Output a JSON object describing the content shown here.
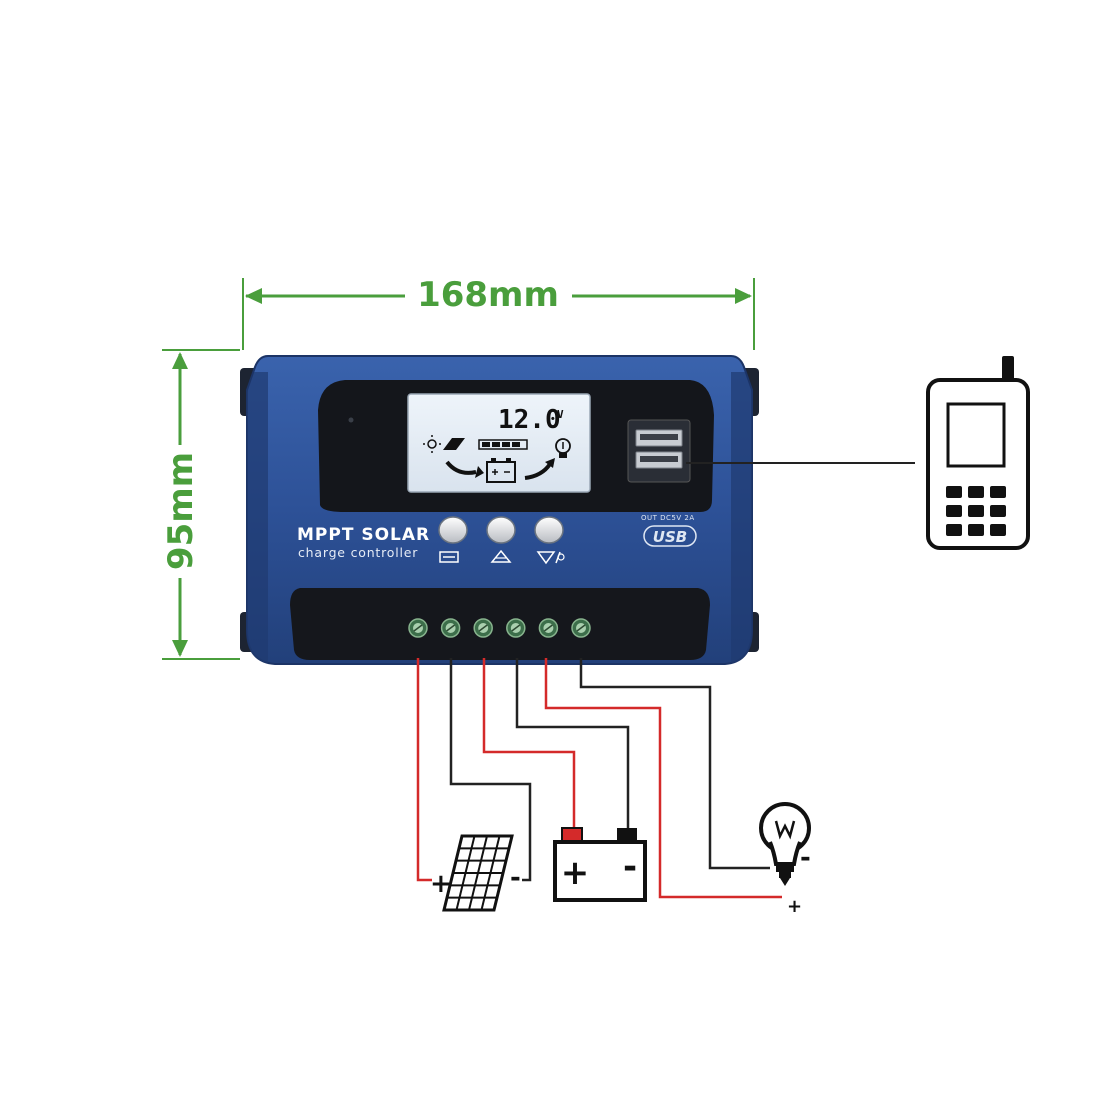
{
  "dimensions": {
    "width_label": "168mm",
    "height_label": "95mm",
    "color": "#4a9e3c"
  },
  "controller": {
    "brand_title": "MPPT SOLAR",
    "brand_subtitle": "charge controller",
    "body_color": "#2c4f91",
    "lcd": {
      "voltage_value": "12.0",
      "voltage_unit": "V"
    },
    "buttons": [
      {
        "name": "menu-button",
        "icon": "menu-icon"
      },
      {
        "name": "up-button",
        "icon": "up-triangle-icon"
      },
      {
        "name": "down-button",
        "icon": "down-triangle-icon"
      }
    ],
    "usb": {
      "output_label": "OUT DC5V 2A",
      "logo_text": "USB"
    },
    "terminal_count": 6
  },
  "wiring": {
    "positive_color": "#d42a2a",
    "negative_color": "#222222"
  },
  "devices": {
    "solar_panel": {
      "icon": "solar-panel-icon",
      "plus": "+",
      "minus": "-"
    },
    "battery": {
      "icon": "battery-icon",
      "plus": "+",
      "minus": "-"
    },
    "load": {
      "icon": "light-bulb-icon",
      "plus": "+",
      "minus": "-"
    },
    "phone": {
      "icon": "mobile-phone-icon"
    }
  }
}
